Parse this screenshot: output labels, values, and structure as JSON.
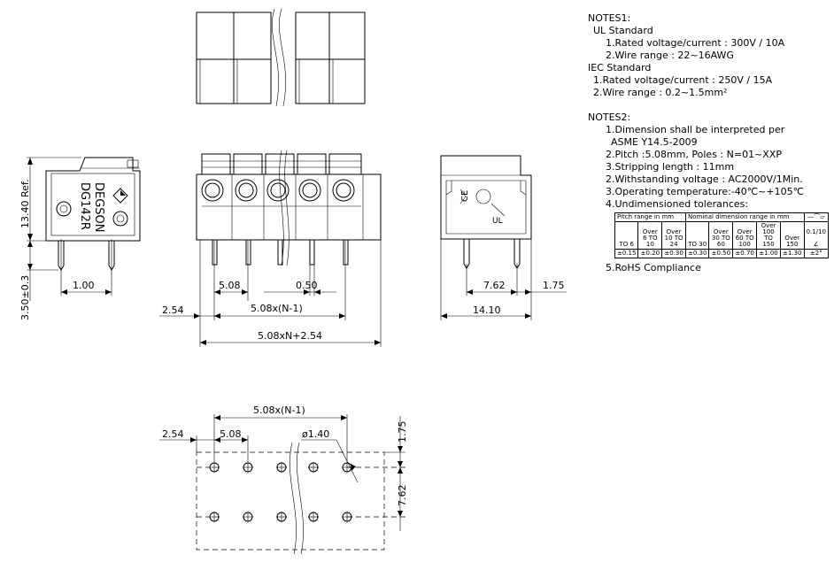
{
  "notes1": {
    "heading": "NOTES1:",
    "ul_title": "UL Standard",
    "ul_items": [
      "1.Rated voltage/current : 300V / 10A",
      "2.Wire range : 22~16AWG"
    ],
    "iec_title": "IEC Standard",
    "iec_items": [
      "1.Rated voltage/current : 250V / 15A",
      "2.Wire range : 0.2~1.5mm²"
    ]
  },
  "notes2": {
    "heading": "NOTES2:",
    "items": [
      "1.Dimension shall be interpreted per",
      "ASME Y14.5-2009",
      "2.Pitch :5.08mm, Poles : N=01~XXP",
      "3.Stripping length : 11mm",
      "2.Withstanding voltage : AC2000V/1Min.",
      "3.Operating temperature:-40℃~+105℃",
      "4.Undimensioned tolerances:"
    ],
    "rohs": "5.RoHS Compliance"
  },
  "tolerance_table": {
    "pitch_header": "Pitch range in mm",
    "nominal_header": "Nominal dimension range in mm",
    "symbols_header": "—⌒▱",
    "pitch_ranges": [
      "TO 6",
      "Over 6 TO 10",
      "Over 10 TO 24"
    ],
    "nominal_ranges": [
      "TO 30",
      "Over 30 TO 60",
      "Over 60 TO 100",
      "Over 100 TO 150",
      "Over 150"
    ],
    "flatness": "0.1/10",
    "angle_symbol": "∠",
    "pitch_tols": [
      "±0.15",
      "±0.20",
      "±0.30"
    ],
    "nominal_tols": [
      "±0.30",
      "±0.50",
      "±0.70",
      "±1.00",
      "±1.30"
    ],
    "angle_tol": "±2°"
  },
  "dimensions": {
    "height_ref": "13.40 Ref.",
    "pin_length": "3.50±0.3",
    "pin_offset": "1.00",
    "pitch": "5.08",
    "pin_width": "0.50",
    "offset_left": "2.54",
    "span": "5.08x(N-1)",
    "overall": "5.08xN+2.54",
    "side_pitch": "7.62",
    "side_offset": "1.75",
    "depth": "14.10",
    "pcb_span": "5.08x(N-1)",
    "pcb_offset": "2.54",
    "pcb_pitch": "5.08",
    "hole_dia": "ø1.40",
    "pcb_edge": "1.75",
    "pcb_row_pitch": "7.62"
  },
  "marking": {
    "brand": "DEGSON",
    "model": "DG142R",
    "ce": "CE"
  }
}
